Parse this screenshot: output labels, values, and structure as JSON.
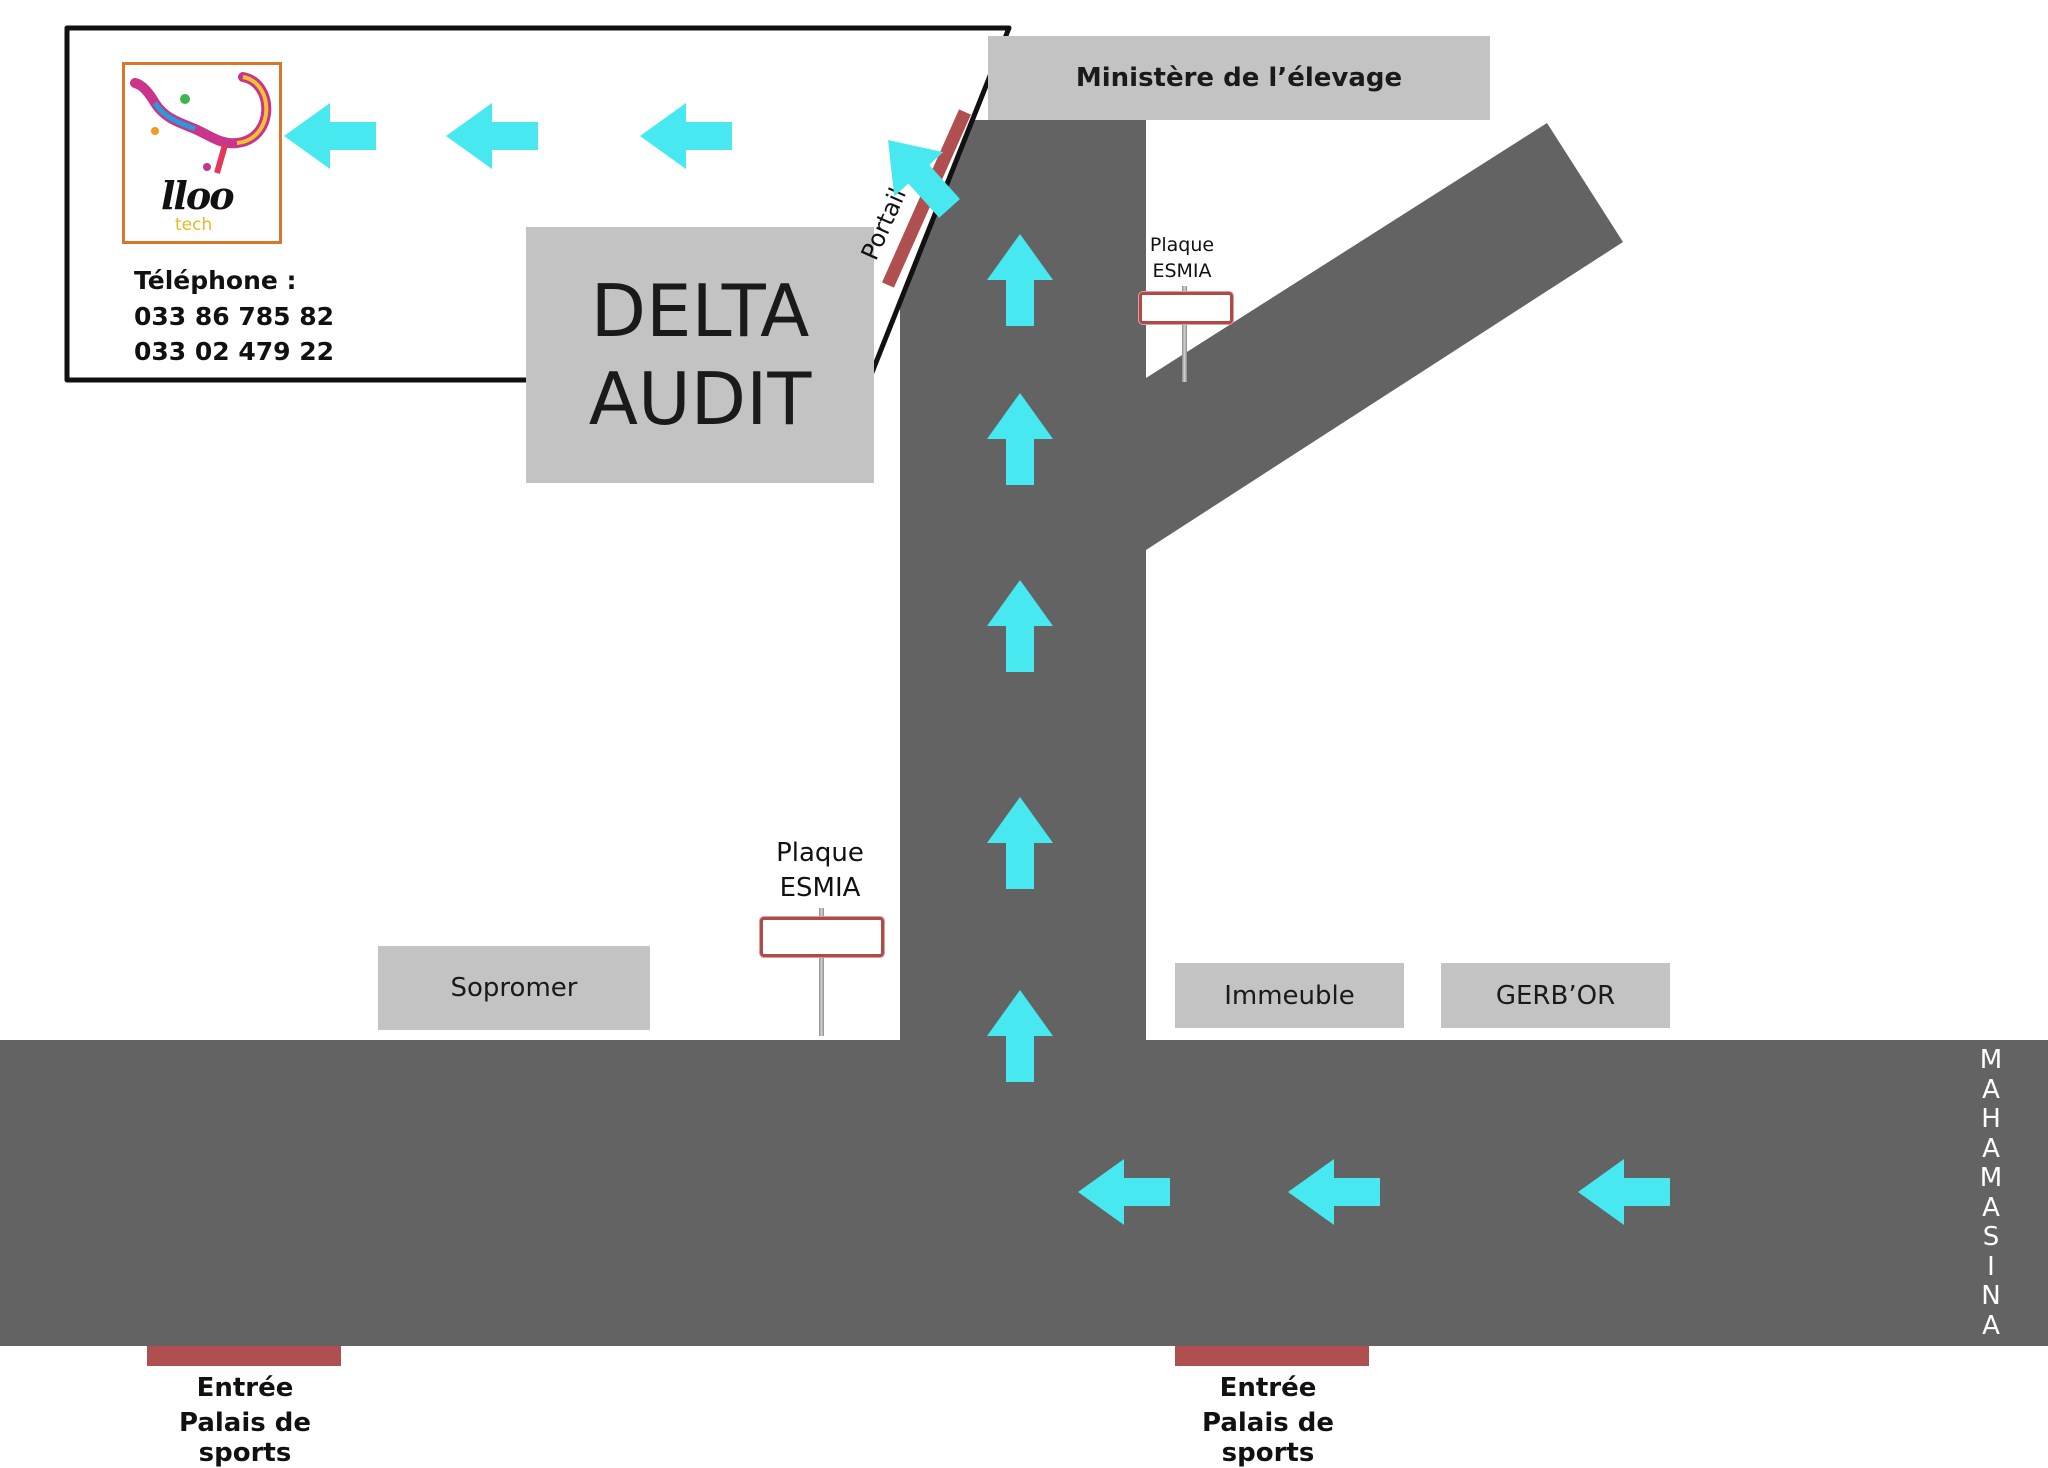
{
  "company": {
    "logo_text": "lloo",
    "logo_sub": "tech",
    "phone_label": "Téléphone :",
    "phones": [
      "033 86 785 82",
      "033 02 479 22"
    ]
  },
  "buildings": {
    "ministere": "Ministère de l’élevage",
    "delta_line1": "DELTA",
    "delta_line2": "AUDIT",
    "sopromer": "Sopromer",
    "immeuble": "Immeuble",
    "gerbor": "GERB’OR"
  },
  "gate": {
    "label": "Portail"
  },
  "signs": {
    "top": {
      "line1": "Plaque",
      "line2": "ESMIA"
    },
    "bottom": {
      "line1": "Plaque",
      "line2": "ESMIA"
    }
  },
  "street": {
    "name_letters": [
      "M",
      "A",
      "H",
      "A",
      "M",
      "A",
      "S",
      "I",
      "N",
      "A"
    ]
  },
  "entries": [
    {
      "line1": "Entrée",
      "line2": "Palais de sports"
    },
    {
      "line1": "Entrée",
      "line2": "Palais de sports"
    }
  ],
  "colors": {
    "road": "#636363",
    "building": "#c3c3c3",
    "arrow": "#47e8f0",
    "gate": "#b04f4f"
  },
  "icons": {
    "arrow": "arrow-icon",
    "logo": "gecko-logo-icon"
  }
}
